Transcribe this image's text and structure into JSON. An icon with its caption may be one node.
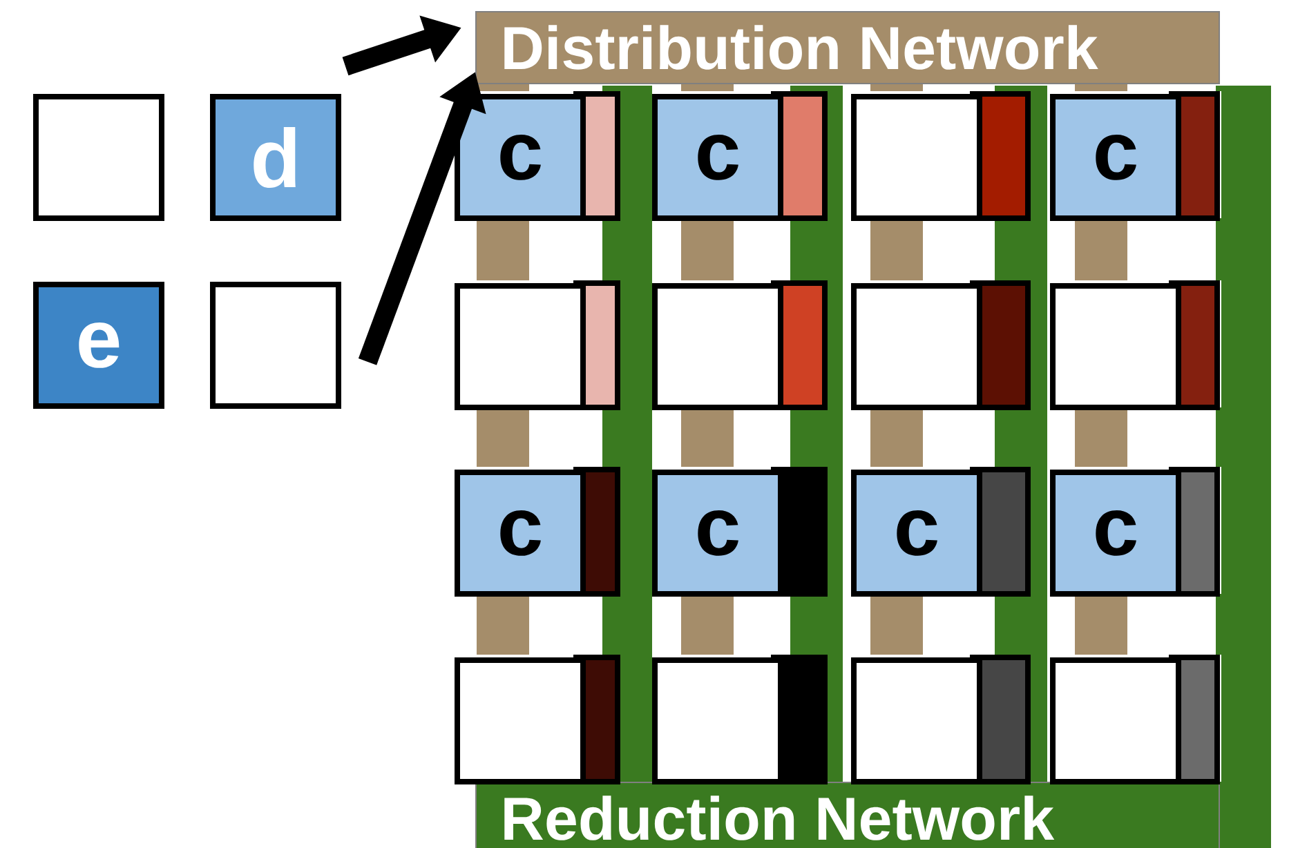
{
  "diagram": {
    "nodes": [
      {
        "text": [
          "Distribution Network"
        ]
      },
      {
        "text": [
          "Reduction Network"
        ]
      },
      {
        "text": [],
        "shape": "box"
      },
      {
        "text": [
          "d"
        ]
      },
      {
        "text": [
          "e"
        ]
      },
      {
        "text": [],
        "shape": "box"
      },
      {
        "text": [
          "c"
        ]
      },
      {
        "text": [
          "c"
        ]
      },
      {
        "text": [],
        "shape": "box"
      },
      {
        "text": [
          "c"
        ]
      },
      {
        "text": [],
        "shape": "box"
      },
      {
        "text": [],
        "shape": "box"
      },
      {
        "text": [],
        "shape": "box"
      },
      {
        "text": [],
        "shape": "box"
      },
      {
        "text": [
          "c"
        ]
      },
      {
        "text": [
          "c"
        ]
      },
      {
        "text": [
          "c"
        ]
      },
      {
        "text": [
          "c"
        ]
      },
      {
        "text": [],
        "shape": "box"
      },
      {
        "text": [],
        "shape": "box"
      },
      {
        "text": [],
        "shape": "box"
      },
      {
        "text": [],
        "shape": "box"
      }
    ],
    "edges": [
      {
        "from": 3,
        "to": 0,
        "arrow": "to"
      },
      {
        "from": 5,
        "to": 0,
        "arrow": "to"
      }
    ]
  }
}
